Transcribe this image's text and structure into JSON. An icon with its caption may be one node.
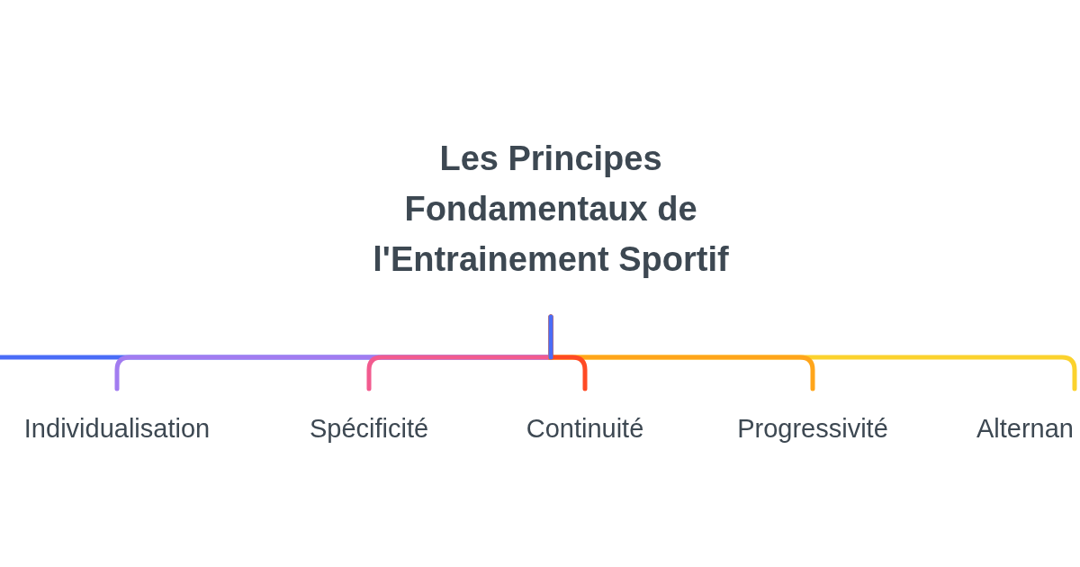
{
  "diagram": {
    "nodes": [
      {
        "text": [
          "Les Principes Fondamentaux de l'Entrainement Sportif"
        ]
      },
      {
        "text": [
          "Individualisation"
        ]
      },
      {
        "text": [
          "Spécificité"
        ]
      },
      {
        "text": [
          "Continuité"
        ]
      },
      {
        "text": [
          "Progressivité"
        ]
      },
      {
        "text": [
          "Alternan"
        ]
      }
    ],
    "edges": [
      {
        "from": 0,
        "to": null,
        "arrow": "none",
        "color": "#4a6cf7"
      },
      {
        "from": 0,
        "to": 1,
        "arrow": "none",
        "color": "#a27cf0"
      },
      {
        "from": 0,
        "to": 2,
        "arrow": "none",
        "color": "#f25b8f"
      },
      {
        "from": 0,
        "to": 3,
        "arrow": "none",
        "color": "#ff4a24"
      },
      {
        "from": 0,
        "to": 4,
        "arrow": "none",
        "color": "#ffa51a"
      },
      {
        "from": 0,
        "to": 5,
        "arrow": "none",
        "color": "#fbd22d"
      }
    ]
  }
}
